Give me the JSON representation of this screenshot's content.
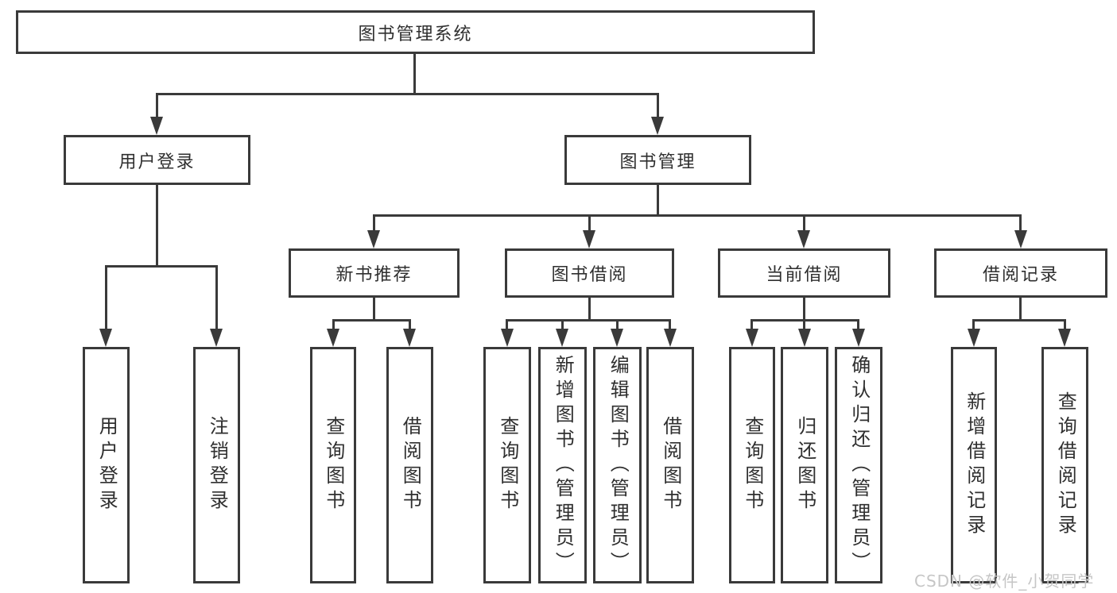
{
  "diagram": {
    "root": {
      "label": "图书管理系统"
    },
    "level2": [
      {
        "label": "用户登录"
      },
      {
        "label": "图书管理"
      }
    ],
    "level3": [
      {
        "label": "新书推荐"
      },
      {
        "label": "图书借阅"
      },
      {
        "label": "当前借阅"
      },
      {
        "label": "借阅记录"
      }
    ],
    "leaves": {
      "user_login": [
        {
          "label": "用户登录"
        },
        {
          "label": "注销登录"
        }
      ],
      "new_book": [
        {
          "label": "查询图书"
        },
        {
          "label": "借阅图书"
        }
      ],
      "book_borrow": [
        {
          "label": "查询图书"
        },
        {
          "label": "新增图书（管理员）"
        },
        {
          "label": "编辑图书（管理员）"
        },
        {
          "label": "借阅图书"
        }
      ],
      "current_borrow": [
        {
          "label": "查询图书"
        },
        {
          "label": "归还图书"
        },
        {
          "label": "确认归还（管理员）"
        }
      ],
      "borrow_records": [
        {
          "label": "新增借阅记录"
        },
        {
          "label": "查询借阅记录"
        }
      ]
    }
  },
  "watermark": {
    "text": "CSDN @软件_小贺同学"
  },
  "colors": {
    "line": "#3a3a3a",
    "text": "#2f2f2f",
    "watermark": "#c6c6c6",
    "background": "#ffffff"
  }
}
